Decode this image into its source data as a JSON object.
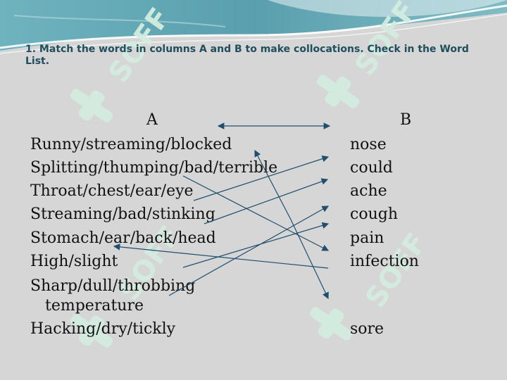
{
  "instruction": "1. Match the words in columns A and B to make collocations. Check in the Word List.",
  "column_a": {
    "heading": "A",
    "items": [
      "Runny/streaming/blocked",
      "Splitting/thumping/bad/terrible",
      "Throat/chest/ear/eye",
      "Streaming/bad/stinking",
      "Stomach/ear/back/head",
      "High/slight",
      "Sharp/dull/throbbing",
      "temperature",
      "Hacking/dry/tickly"
    ]
  },
  "column_b": {
    "heading": "B",
    "items": [
      "nose",
      "could",
      "ache",
      "cough",
      "pain",
      "infection",
      "sore"
    ]
  },
  "watermark_text": "SOFF",
  "colors": {
    "background": "#d6d6d6",
    "title": "#1f4e5c",
    "arrow": "#1f4e6e",
    "header_teal": "#5fa3b0",
    "watermark": "#d6ebe0"
  }
}
